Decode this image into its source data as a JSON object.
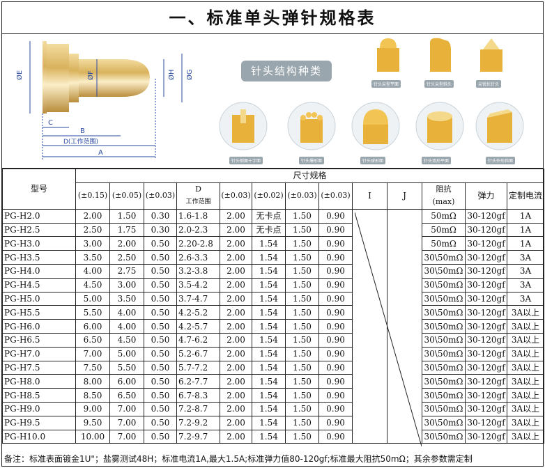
{
  "title": "一、标准单头弹针规格表",
  "structure_title": "针头结构种类",
  "drawing_labels": {
    "e": "ØE",
    "f": "ØF",
    "h": "ØH",
    "g": "ØG",
    "c": "C",
    "b": "B",
    "d": "D(工作范围)",
    "a": "A"
  },
  "top_captions": [
    "针头尖型平面",
    "针头尖型斜头",
    "尖锐长针头"
  ],
  "bottom_captions": [
    "针头侧面十字面",
    "针头爆形面",
    "针头球形面",
    "针头双形平面",
    "针头外形斜面"
  ],
  "headers": {
    "model": "型号",
    "size": "尺寸规格",
    "cols": [
      "(±0.15)",
      "(±0.05)",
      "(±0.03)",
      "D",
      "(±0.03)",
      "(±0.02)",
      "(±0.03)",
      "(±0.03)",
      "I",
      "J",
      "阻抗",
      "弹力",
      "定制电流"
    ],
    "d_sub": "工作范围",
    "resistance_sub": "(max)"
  },
  "rows": [
    {
      "m": "PG-H2.0",
      "a": "2.00",
      "b": "1.50",
      "c": "0.30",
      "d": "1.6-1.8",
      "e": "2.00",
      "f": "无卡点",
      "g": "1.50",
      "h": "0.90",
      "r": "50mΩ",
      "s": "30-120gf",
      "cur": "1A"
    },
    {
      "m": "PG-H2.5",
      "a": "2.50",
      "b": "1.75",
      "c": "0.30",
      "d": "2.0-2.3",
      "e": "2.00",
      "f": "无卡点",
      "g": "1.50",
      "h": "0.90",
      "r": "50mΩ",
      "s": "30-120gf",
      "cur": "1A"
    },
    {
      "m": "PG-H3.0",
      "a": "3.00",
      "b": "2.00",
      "c": "0.50",
      "d": "2.20-2.8",
      "e": "2.00",
      "f": "1.54",
      "g": "1.50",
      "h": "0.90",
      "r": "50mΩ",
      "s": "30-120gf",
      "cur": "1A"
    },
    {
      "m": "PG-H3.5",
      "a": "3.50",
      "b": "2.50",
      "c": "0.50",
      "d": "2.6-3.3",
      "e": "2.00",
      "f": "1.54",
      "g": "1.50",
      "h": "0.90",
      "r": "30\\50mΩ",
      "s": "30-120gf",
      "cur": "3A"
    },
    {
      "m": "PG-H4.0",
      "a": "4.00",
      "b": "2.75",
      "c": "0.50",
      "d": "3.2-3.8",
      "e": "2.00",
      "f": "1.54",
      "g": "1.50",
      "h": "0.90",
      "r": "30\\50mΩ",
      "s": "30-120gf",
      "cur": "3A"
    },
    {
      "m": "PG-H4.5",
      "a": "4.50",
      "b": "3.00",
      "c": "0.50",
      "d": "3.5-4.2",
      "e": "2.00",
      "f": "1.54",
      "g": "1.50",
      "h": "0.90",
      "r": "30\\50mΩ",
      "s": "30-120gf",
      "cur": "3A"
    },
    {
      "m": "PG-H5.0",
      "a": "5.00",
      "b": "3.50",
      "c": "0.50",
      "d": "3.7-4.7",
      "e": "2.00",
      "f": "1.54",
      "g": "1.50",
      "h": "0.90",
      "r": "30\\50mΩ",
      "s": "30-120gf",
      "cur": "3A"
    },
    {
      "m": "PG-H5.5",
      "a": "5.50",
      "b": "4.00",
      "c": "0.50",
      "d": "4.2-5.2",
      "e": "2.00",
      "f": "1.54",
      "g": "1.50",
      "h": "0.90",
      "r": "30\\50mΩ",
      "s": "30-120gf",
      "cur": "3A以上"
    },
    {
      "m": "PG-H6.0",
      "a": "6.00",
      "b": "4.00",
      "c": "0.50",
      "d": "4.2-5.7",
      "e": "2.00",
      "f": "1.54",
      "g": "1.50",
      "h": "0.90",
      "r": "30\\50mΩ",
      "s": "30-120gf",
      "cur": "3A以上"
    },
    {
      "m": "PG-H6.5",
      "a": "6.50",
      "b": "4.50",
      "c": "0.50",
      "d": "4.7-6.2",
      "e": "2.00",
      "f": "1.54",
      "g": "1.50",
      "h": "0.90",
      "r": "30\\50mΩ",
      "s": "30-120gf",
      "cur": "3A以上"
    },
    {
      "m": "PG-H7.0",
      "a": "7.00",
      "b": "5.00",
      "c": "0.50",
      "d": "5.2-6.7",
      "e": "2.00",
      "f": "1.54",
      "g": "1.50",
      "h": "0.90",
      "r": "30\\50mΩ",
      "s": "30-120gf",
      "cur": "3A以上"
    },
    {
      "m": "PG-H7.5",
      "a": "7.50",
      "b": "5.50",
      "c": "0.50",
      "d": "5.7-7.2",
      "e": "2.00",
      "f": "1.54",
      "g": "1.50",
      "h": "0.90",
      "r": "30\\50mΩ",
      "s": "30-120gf",
      "cur": "3A以上"
    },
    {
      "m": "PG-H8.0",
      "a": "8.00",
      "b": "6.00",
      "c": "0.50",
      "d": "6.2-7.7",
      "e": "2.00",
      "f": "1.54",
      "g": "1.50",
      "h": "0.90",
      "r": "30\\50mΩ",
      "s": "30-120gf",
      "cur": "3A以上"
    },
    {
      "m": "PG-H8.5",
      "a": "8.50",
      "b": "6.50",
      "c": "0.50",
      "d": "6.7-8.3",
      "e": "2.00",
      "f": "1.54",
      "g": "1.50",
      "h": "0.90",
      "r": "30\\50mΩ",
      "s": "30-120gf",
      "cur": "3A以上"
    },
    {
      "m": "PG-H9.0",
      "a": "9.00",
      "b": "7.00",
      "c": "0.50",
      "d": "7.2-8.7",
      "e": "2.00",
      "f": "1.54",
      "g": "1.50",
      "h": "0.90",
      "r": "30\\50mΩ",
      "s": "30-120gf",
      "cur": "3A以上"
    },
    {
      "m": "PG-H9.5",
      "a": "9.50",
      "b": "7.00",
      "c": "0.50",
      "d": "7.2-9.2",
      "e": "2.00",
      "f": "1.54",
      "g": "1.50",
      "h": "0.90",
      "r": "30\\50mΩ",
      "s": "30-120gf",
      "cur": "3A以上"
    },
    {
      "m": "PG-H10.0",
      "a": "10.00",
      "b": "7.00",
      "c": "0.50",
      "d": "7.2-9.7",
      "e": "2.00",
      "f": "1.54",
      "g": "1.50",
      "h": "0.90",
      "r": "30\\50mΩ",
      "s": "30-120gf",
      "cur": "3A以上"
    }
  ],
  "note": "备注：标准表面镀金1U\"；盐雾测试48H；标准电流1A,最大1.5A;标准弹力值80-120gf;标准最大阻抗50mΩ；其余参数需定制",
  "colors": {
    "gold": "#e8b23a",
    "gold_dark": "#c8861a",
    "gray_tag": "#9aa6ad",
    "dim_blue": "#2a4aa0"
  }
}
